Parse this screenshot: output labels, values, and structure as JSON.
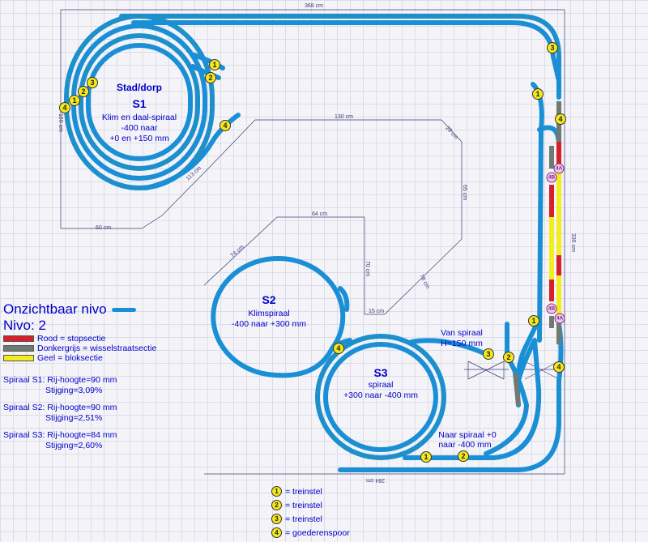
{
  "dimensions": {
    "top": "368 cm",
    "right": "336 cm",
    "bottom": "284 cm",
    "left_small": "160 cm",
    "left_bottom": "60 cm",
    "diagonal": "113 cm",
    "inner_top": "130 cm",
    "inner_diag": "28 cm",
    "inner_right": "65 cm",
    "inner_lower_diag": "78 cm",
    "s2_top": "64 cm",
    "s2_diag": "74 cm",
    "s2_right": "70 cm",
    "s2_bottom": "15 cm"
  },
  "labels": {
    "stad": "Stad/dorp",
    "s1_name": "S1",
    "s1_line1": "Klim en daal-spiraal",
    "s1_line2": "-400 naar",
    "s1_line3": "+0 en +150 mm",
    "s2_name": "S2",
    "s2_line1": "Klimspiraal",
    "s2_line2": "-400  naar +300 mm",
    "s3_name": "S3",
    "s3_line1": "spiraal",
    "s3_line2": "+300 naar -400 mm",
    "van_line1": "Van spiraal",
    "van_line2": "H=150 mm",
    "naar_line1": "Naar spiraal +0",
    "naar_line2": "naar -400 mm"
  },
  "legend": {
    "title1": "Onzichtbaar nivo",
    "title2": "Nivo: 2",
    "rood": "Rood = stopsectie",
    "grijs": "Donkergrijs = wisselstraatsectie",
    "geel": "Geel = bloksectie",
    "colors": {
      "track": "#1a8fd6",
      "rood": "#d6202a",
      "grijs": "#6e7a72",
      "geel": "#f2ee1e"
    }
  },
  "specs": {
    "s1_a": "Spiraal S1: Rij-hoogte=90 mm",
    "s1_b": "Stijging=3,09%",
    "s2_a": "Spiraal S2: Rij-hoogte=90 mm",
    "s2_b": "Stijging=2,51%",
    "s3_a": "Spiraal S3: Rij-hoogte=84 mm",
    "s3_b": "Stijging=2,60%"
  },
  "badges": {
    "b1": "1",
    "b2": "2",
    "b3": "3",
    "b4": "4",
    "b4a": "4A",
    "b4b": "4B"
  },
  "key": {
    "k1_num": "1",
    "k1_text": "= treinstel",
    "k2_num": "2",
    "k2_text": "= treinstel",
    "k3_num": "3",
    "k3_text": "= treinstel",
    "k4_num": "4",
    "k4_text": "= goederenspoor"
  }
}
